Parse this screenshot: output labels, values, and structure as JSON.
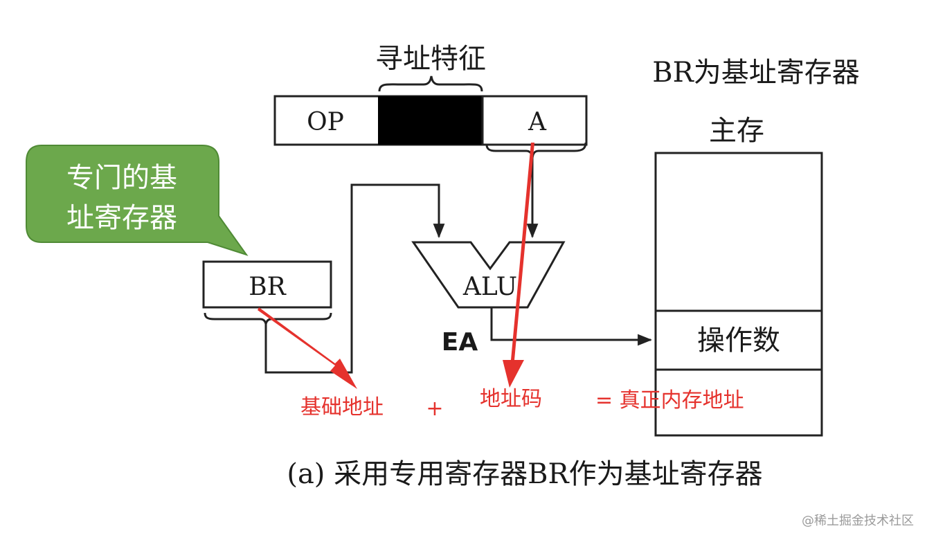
{
  "diagram": {
    "addressing_feature_label": "寻址特征",
    "br_description": "BR为基址寄存器",
    "instruction": {
      "op_label": "OP",
      "a_label": "A"
    },
    "callout": {
      "line1": "专门的基",
      "line2": "址寄存器"
    },
    "br_register_label": "BR",
    "alu_label": "ALU",
    "ea_label": "EA",
    "memory": {
      "title": "主存",
      "operand_label": "操作数"
    },
    "annotations": {
      "base_address": "基础地址",
      "plus": "+",
      "address_code": "地址码",
      "equals_real_address": "= 真正内存地址"
    },
    "caption": "(a) 采用专用寄存器BR作为基址寄存器",
    "watermark": "@稀土掘金技术社区"
  },
  "colors": {
    "callout_fill": "#6ca84c",
    "callout_text": "#ffffff",
    "annotation_red": "#e5322d",
    "line": "#222222"
  }
}
